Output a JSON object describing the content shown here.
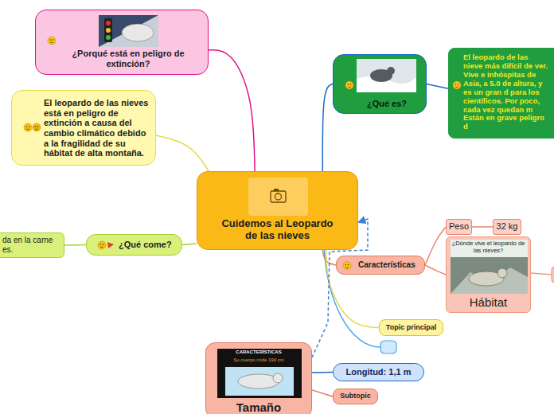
{
  "diagram": {
    "nodes": [
      {
        "text": [
          "Cuidemos al Leopardo de las nieves"
        ]
      },
      {
        "text": [
          "¿Porqué está en peligro de extinción?"
        ]
      },
      {
        "text": [
          "El leopardo de las nieves está en peligro de extinción a causa del cambio climático debido a la fragilidad de su hábitat de alta montaña."
        ]
      },
      {
        "text": [
          "¿Qué es?"
        ]
      },
      {
        "text": [
          "El leopardo de las nieve más difícil de ver. Vive e inhóspitas de Asia, a 5.0 de altura, y es un gran d para los científicos. Por poco, cada vez quedan m Están en grave peligro d"
        ]
      },
      {
        "text": [
          "¿Qué come?"
        ]
      },
      {
        "text": [
          "da en la carne es."
        ]
      },
      {
        "text": [
          "Características"
        ]
      },
      {
        "text": [
          "Peso"
        ]
      },
      {
        "text": [
          "32 kg"
        ]
      },
      {
        "text": [
          "Hábitat"
        ]
      },
      {
        "text": [
          "Topic principal"
        ]
      },
      {
        "text": [
          "Tamaño"
        ]
      },
      {
        "text": [
          "Longitud: 1,1 m"
        ]
      },
      {
        "text": [
          "Subtopic"
        ]
      }
    ],
    "edges": [
      {
        "from": 0,
        "to": 1,
        "arrow": "none"
      },
      {
        "from": 0,
        "to": 2,
        "arrow": "none"
      },
      {
        "from": 0,
        "to": 3,
        "arrow": "none"
      },
      {
        "from": 3,
        "to": 4,
        "arrow": "none"
      },
      {
        "from": 0,
        "to": 5,
        "arrow": "none"
      },
      {
        "from": 5,
        "to": 6,
        "arrow": "none"
      },
      {
        "from": 0,
        "to": 7,
        "arrow": "none"
      },
      {
        "from": 7,
        "to": 8,
        "arrow": "none"
      },
      {
        "from": 8,
        "to": 9,
        "arrow": "none"
      },
      {
        "from": 7,
        "to": 10,
        "arrow": "none"
      },
      {
        "from": 0,
        "to": 11,
        "arrow": "none"
      },
      {
        "from": 12,
        "to": 0,
        "arrow": "to"
      },
      {
        "from": 12,
        "to": 13,
        "arrow": "none"
      },
      {
        "from": 12,
        "to": 14,
        "arrow": "none"
      }
    ],
    "labels": [
      "¿Dónde vive el leopardo de las nieves?",
      "CARACTERÍSTICAS",
      "Su cuerpo mide 190 cm"
    ]
  }
}
